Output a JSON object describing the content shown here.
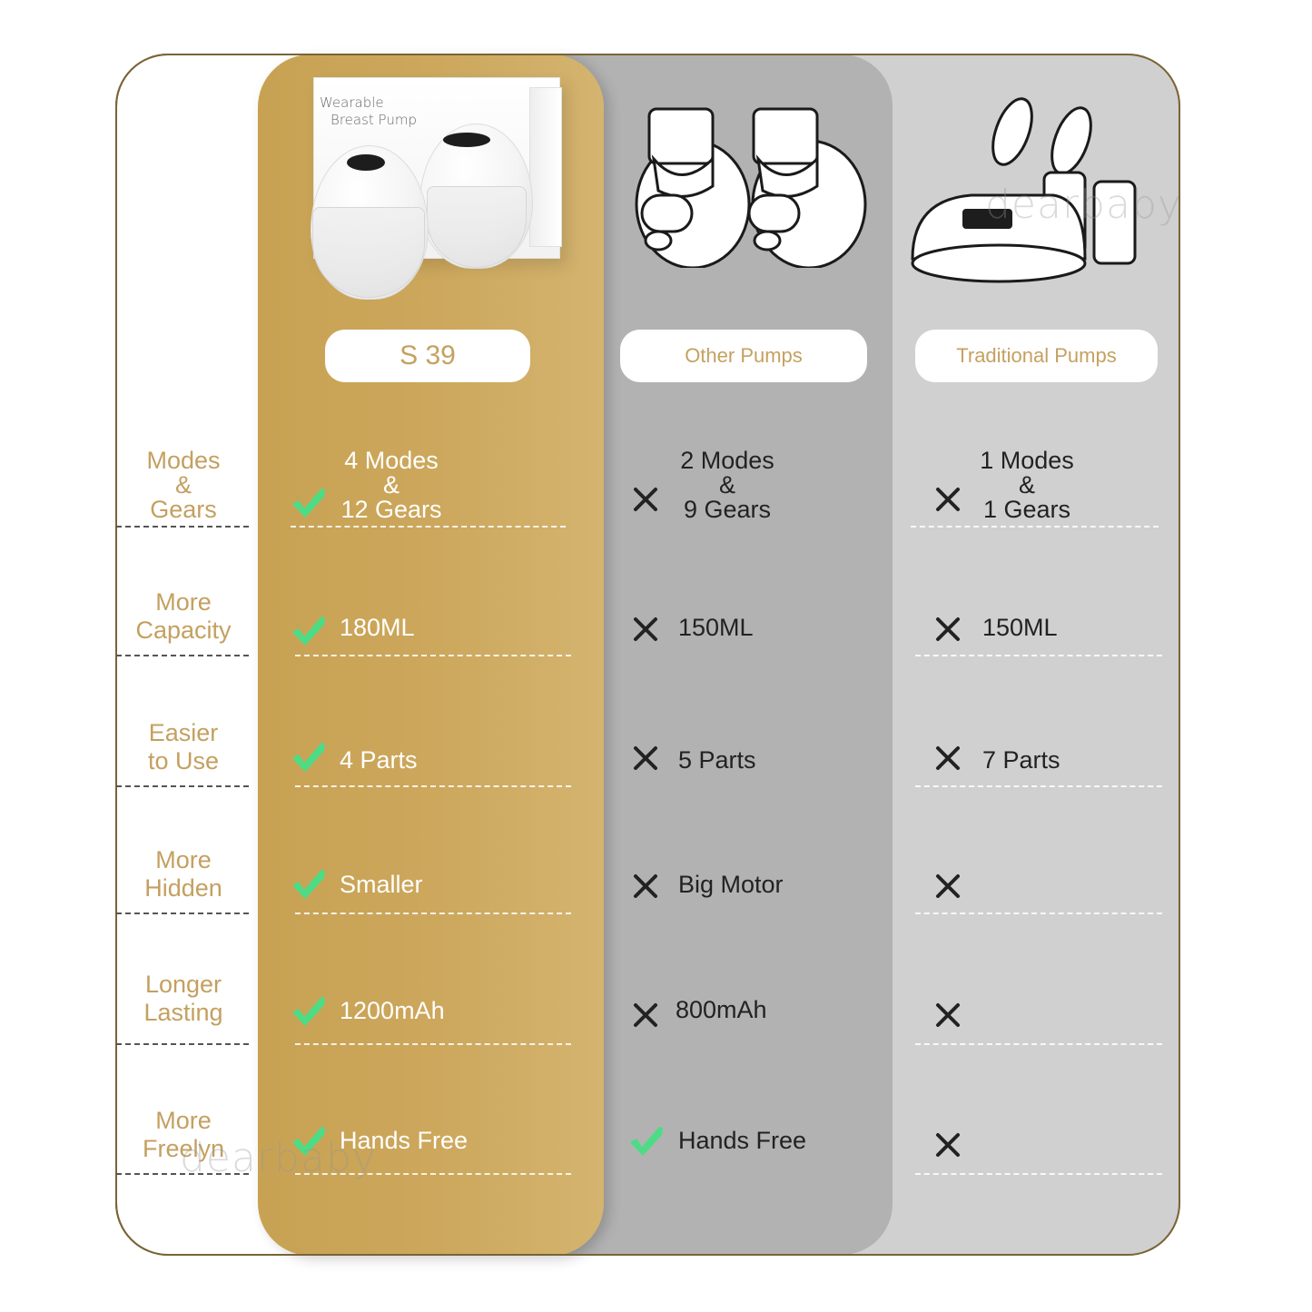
{
  "columns": {
    "s39": {
      "title": "S 39",
      "image": "wearable-breast-pump-product-box",
      "box_text": [
        "Wearable",
        "Breast Pump"
      ]
    },
    "other": {
      "title": "Other Pumps",
      "image": "wearable-pump-outline-illustration"
    },
    "traditional": {
      "title": "Traditional Pumps",
      "image": "traditional-pump-outline-illustration"
    }
  },
  "rows": [
    {
      "label": [
        "Modes",
        "&",
        "Gears"
      ],
      "s39": {
        "icon": "check-icon",
        "text": [
          "4 Modes",
          "&",
          "12 Gears"
        ]
      },
      "other": {
        "icon": "cross-icon",
        "text": [
          "2 Modes",
          "&",
          "9 Gears"
        ]
      },
      "traditional": {
        "icon": "cross-icon",
        "text": [
          "1 Modes",
          "&",
          "1 Gears"
        ]
      }
    },
    {
      "label": [
        "More",
        "Capacity"
      ],
      "s39": {
        "icon": "check-icon",
        "text": "180ML"
      },
      "other": {
        "icon": "cross-icon",
        "text": "150ML"
      },
      "traditional": {
        "icon": "cross-icon",
        "text": "150ML"
      }
    },
    {
      "label": [
        "Easier",
        "to Use"
      ],
      "s39": {
        "icon": "check-icon",
        "text": "4 Parts"
      },
      "other": {
        "icon": "cross-icon",
        "text": "5 Parts"
      },
      "traditional": {
        "icon": "cross-icon",
        "text": "7 Parts"
      }
    },
    {
      "label": [
        "More",
        "Hidden"
      ],
      "s39": {
        "icon": "check-icon",
        "text": "Smaller"
      },
      "other": {
        "icon": "cross-icon",
        "text": "Big Motor"
      },
      "traditional": {
        "icon": "cross-icon",
        "text": ""
      }
    },
    {
      "label": [
        "Longer",
        "Lasting"
      ],
      "s39": {
        "icon": "check-icon",
        "text": "1200mAh"
      },
      "other": {
        "icon": "cross-icon",
        "text": "800mAh"
      },
      "traditional": {
        "icon": "cross-icon",
        "text": ""
      }
    },
    {
      "label": [
        "More",
        "Freelyn"
      ],
      "s39": {
        "icon": "check-icon",
        "text": "Hands Free"
      },
      "other": {
        "icon": "check-icon",
        "text": "Hands Free"
      },
      "traditional": {
        "icon": "cross-icon",
        "text": ""
      }
    }
  ],
  "watermarks": [
    "dearbaby",
    "dearbaby"
  ],
  "colors": {
    "gold_accent": "#c4a060",
    "s39_column": "#cca75c",
    "other_column": "#b2b2b2",
    "traditional_column": "#d0d0d0",
    "check_green": "#4ddc86",
    "cross_dark": "#222222",
    "frame_border": "#7a6436"
  }
}
